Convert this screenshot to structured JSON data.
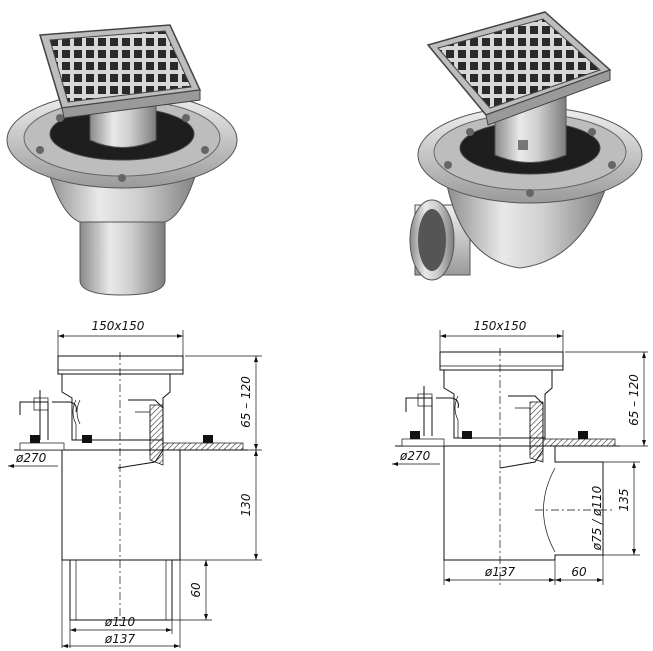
{
  "drawing_left": {
    "dims": {
      "top_width": "150x150",
      "height_range": "65 – 120",
      "flange_dia": "ø270",
      "body_height": "130",
      "spigot_height": "60",
      "outlet_dia": "ø110",
      "body_dia": "ø137"
    }
  },
  "drawing_right": {
    "dims": {
      "top_width": "150x150",
      "height_range": "65 – 120",
      "flange_dia": "ø270",
      "outlet_dia": "ø75 / ø110",
      "side_height": "135",
      "body_dia": "ø137",
      "spigot_length": "60"
    }
  },
  "colors": {
    "line": "#111111",
    "metal_light": "#e8e8e8",
    "metal_dark": "#8a8a8a",
    "grate_dark": "#2a2a2a"
  }
}
